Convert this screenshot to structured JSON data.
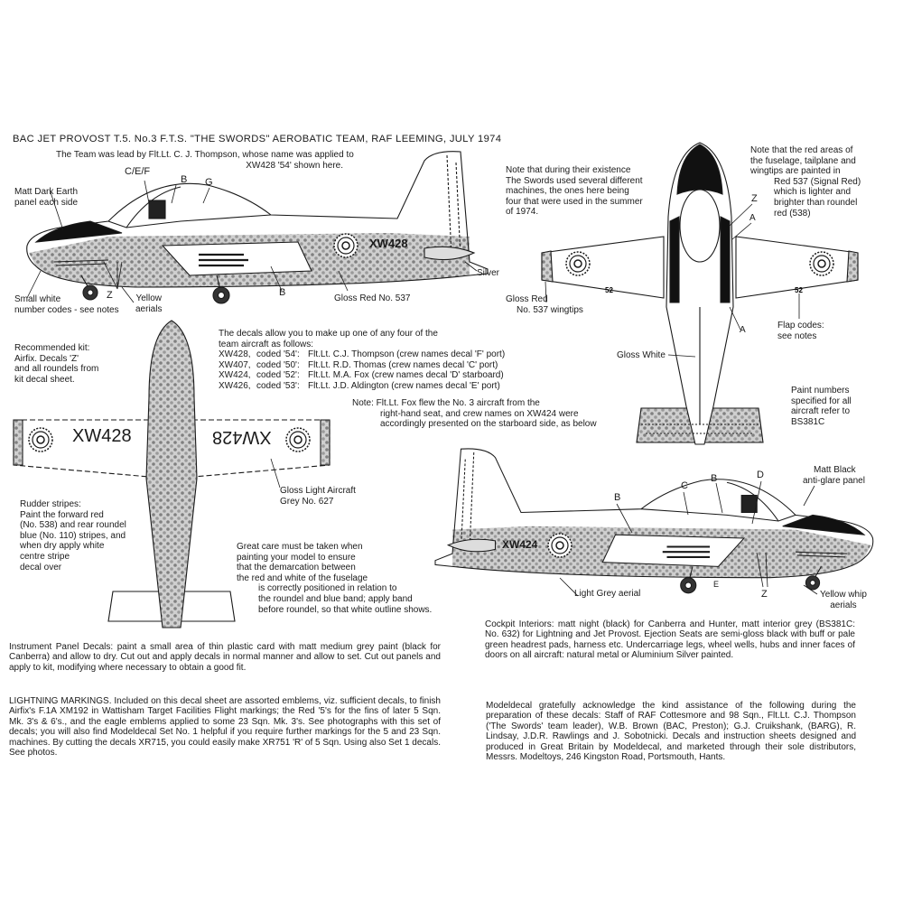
{
  "title": "BAC JET PROVOST T.5. No.3 F.T.S. \"THE SWORDS\" AEROBATIC TEAM, RAF LEEMING, JULY 1974",
  "team_lead_note": [
    "The Team was lead by Flt.Lt. C. J. Thompson, whose name was applied to",
    "XW428 '54' shown here."
  ],
  "side_view_port": {
    "serial": "XW428",
    "callouts": {
      "cef": "C/E/F",
      "b1": "B",
      "g": "G",
      "b2": "B",
      "z": "Z"
    },
    "matt_dark_earth": [
      "Matt Dark Earth",
      "panel each side"
    ],
    "small_white_codes": [
      "Small white",
      "number codes - see notes"
    ],
    "yellow_aerials": [
      "Yellow",
      "aerials"
    ],
    "gloss_red": "Gloss Red No. 537",
    "silver": "Silver"
  },
  "top_view": {
    "existence_note": [
      "Note that during their existence",
      "The Swords used several different",
      "machines, the ones here being",
      "four that were used in the summer",
      "of 1974."
    ],
    "red_areas_note": [
      "Note that the red areas of",
      "the fuselage, tailplane and",
      "wingtips are painted in",
      "Red 537 (Signal Red)",
      "which is lighter and",
      "brighter than roundel",
      "red (538)"
    ],
    "callouts": {
      "z": "Z",
      "a1": "A",
      "a2": "A"
    },
    "flap_code": "52",
    "gloss_red_wingtips": [
      "Gloss Red",
      "No. 537 wingtips"
    ],
    "flap_codes": [
      "Flap codes:",
      "see notes"
    ],
    "gloss_white": "Gloss White",
    "paint_numbers": [
      "Paint numbers",
      "specified for all",
      "aircraft refer to",
      "BS381C"
    ]
  },
  "underside_view": {
    "recommended_kit": [
      "Recommended kit:",
      "Airfix. Decals 'Z'",
      "and all roundels from",
      "kit decal sheet."
    ],
    "wing_serial_port": "XW428",
    "wing_serial_starboard": "XW428",
    "gloss_light_grey": [
      "Gloss Light Aircraft",
      "Grey No. 627"
    ],
    "rudder_stripes": [
      "Rudder stripes:",
      "Paint the forward red",
      "(No. 538) and rear roundel",
      "blue (No. 110) stripes, and",
      "when dry apply white",
      "centre stripe",
      "decal over"
    ],
    "great_care": [
      "Great care must be taken when",
      "painting your model to ensure",
      "that the demarcation between",
      "the red and white of the fuselage",
      "is correctly positioned in relation to",
      "the roundel and blue band; apply band",
      "before roundel, so that white outline shows."
    ]
  },
  "decals": {
    "intro": [
      "The decals allow you to make up one of any four of the",
      "team aircraft as follows:"
    ],
    "aircraft": [
      {
        "serial": "XW428,",
        "code": "coded '54':",
        "crew": "Flt.Lt. C.J. Thompson (crew names decal 'F' port)"
      },
      {
        "serial": "XW407,",
        "code": "coded '50':",
        "crew": "Flt.Lt. R.D. Thomas (crew names decal 'C' port)"
      },
      {
        "serial": "XW424,",
        "code": "coded '52':",
        "crew": "Flt.Lt. M.A. Fox (crew names decal 'D' starboard)"
      },
      {
        "serial": "XW426,",
        "code": "coded '53':",
        "crew": "Flt.Lt. J.D. Aldington (crew names decal 'E' port)"
      }
    ],
    "note": [
      "Note: Flt.Lt. Fox flew the No. 3 aircraft from the",
      "right-hand seat, and crew names on XW424 were",
      "accordingly presented on the starboard side, as below"
    ]
  },
  "side_view_starboard": {
    "serial": "XW424",
    "callouts": {
      "b1": "B",
      "c": "C",
      "b2": "B",
      "d": "D",
      "e": "E",
      "z": "Z"
    },
    "matt_black": [
      "Matt Black",
      "anti-glare panel"
    ],
    "light_grey_aerial": "Light Grey aerial",
    "yellow_whip": [
      "Yellow whip",
      "aerials"
    ]
  },
  "paragraphs": {
    "cockpit_interiors": "Cockpit Interiors: matt night (black) for Canberra and Hunter, matt interior grey (BS381C: No. 632) for Lightning and Jet Provost. Ejection Seats are semi-gloss black with buff or pale green headrest pads, harness etc. Undercarriage legs, wheel wells, hubs and inner faces of doors on all aircraft: natural metal or Aluminium Silver painted.",
    "instrument_panel": "Instrument Panel Decals: paint a small area of thin plastic card with matt medium grey paint (black for Canberra) and allow to dry. Cut out and apply decals in normal manner and allow to set. Cut out panels and apply to kit, modifying where necessary to obtain a good fit.",
    "lightning_markings": "LIGHTNING MARKINGS. Included on this decal sheet are assorted emblems, viz. sufficient decals, to finish Airfix's F.1A XM192 in Wattisham Target Facilities Flight markings; the Red '5's for the fins of later 5 Sqn. Mk. 3's & 6's., and the eagle emblems applied to some 23 Sqn. Mk. 3's. See photographs with this set of decals; you will also find Modeldecal Set No. 1 helpful if you require further markings for the 5 and 23 Sqn. machines. By cutting the decals XR715, you could easily make XR751 'R' of 5 Sqn. Using also Set 1 decals. See photos.",
    "acknowledgement": "Modeldecal gratefully acknowledge the kind assistance of the following during the preparation of these decals: Staff of RAF Cottesmore and 98 Sqn., Flt.Lt. C.J. Thompson ('The Swords' team leader), W.B. Brown (BAC, Preston); G.J. Cruikshank, (BARG), R. Lindsay, J.D.R. Rawlings and J. Sobotnicki. Decals and instruction sheets designed and produced in Great Britain by Modeldecal, and marketed through their sole distributors, Messrs. Modeltoys, 246 Kingston Road, Portsmouth, Hants."
  },
  "colors": {
    "ink": "#1a1a1a",
    "red_area_tone": "#c4c4c4",
    "red_area_dots": "#7a7a7a",
    "paper": "#ffffff"
  }
}
